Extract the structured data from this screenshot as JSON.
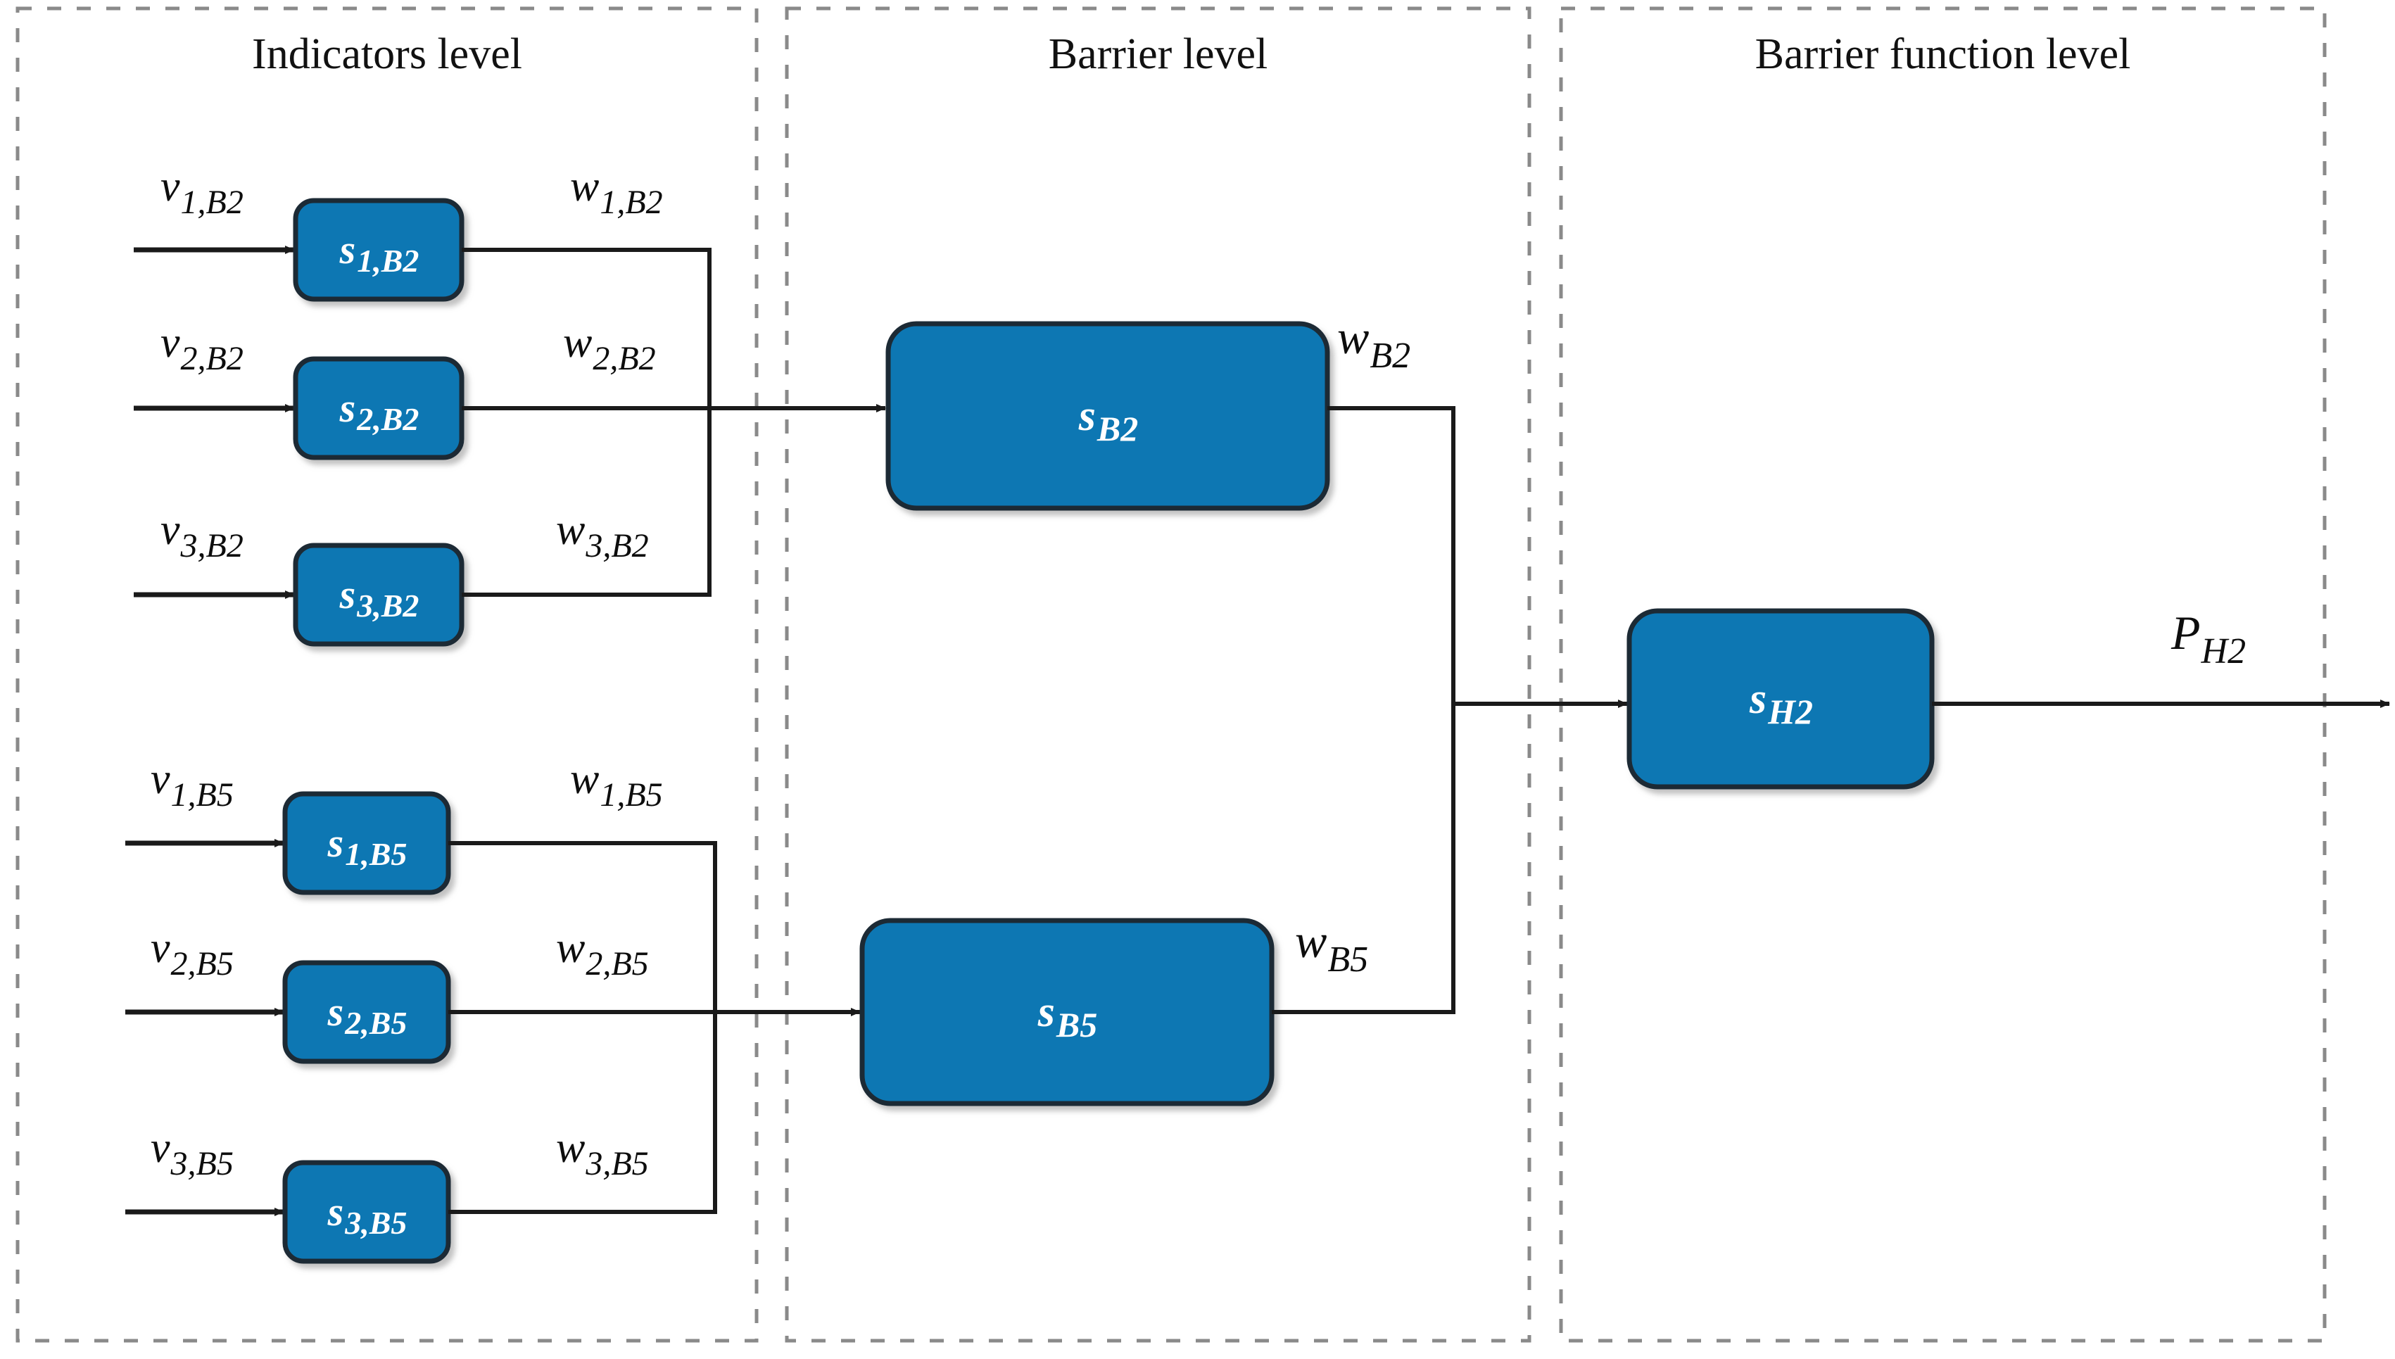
{
  "figure": {
    "type": "block-diagram",
    "background": "#ffffff",
    "node_fill": "#0f77b3",
    "node_stroke": "#1f2b36",
    "panel_border": "#8a8a8a",
    "line_color": "#1a1a1a"
  },
  "panels": [
    {
      "id": "indicators",
      "title": "Indicators level"
    },
    {
      "id": "barrier",
      "title": "Barrier level"
    },
    {
      "id": "barrier-function",
      "title": "Barrier function level"
    }
  ],
  "nodes": {
    "indicators_b2": [
      {
        "id": "s1b2",
        "base": "s",
        "sub": "1,B2"
      },
      {
        "id": "s2b2",
        "base": "s",
        "sub": "2,B2"
      },
      {
        "id": "s3b2",
        "base": "s",
        "sub": "3,B2"
      }
    ],
    "indicators_b5": [
      {
        "id": "s1b5",
        "base": "s",
        "sub": "1,B5"
      },
      {
        "id": "s2b5",
        "base": "s",
        "sub": "2,B5"
      },
      {
        "id": "s3b5",
        "base": "s",
        "sub": "3,B5"
      }
    ],
    "barriers": [
      {
        "id": "sb2",
        "base": "s",
        "sub": "B2"
      },
      {
        "id": "sb5",
        "base": "s",
        "sub": "B5"
      }
    ],
    "barrier_function": [
      {
        "id": "sh2",
        "base": "s",
        "sub": "H2"
      }
    ]
  },
  "inputs_b2": [
    {
      "id": "v1b2",
      "base": "v",
      "sub": "1,B2"
    },
    {
      "id": "v2b2",
      "base": "v",
      "sub": "2,B2"
    },
    {
      "id": "v3b2",
      "base": "v",
      "sub": "3,B2"
    }
  ],
  "inputs_b5": [
    {
      "id": "v1b5",
      "base": "v",
      "sub": "1,B5"
    },
    {
      "id": "v2b5",
      "base": "v",
      "sub": "2,B5"
    },
    {
      "id": "v3b5",
      "base": "v",
      "sub": "3,B5"
    }
  ],
  "weights_b2": [
    {
      "id": "w1b2",
      "base": "w",
      "sub": "1,B2"
    },
    {
      "id": "w2b2",
      "base": "w",
      "sub": "2,B2"
    },
    {
      "id": "w3b2",
      "base": "w",
      "sub": "3,B2"
    }
  ],
  "weights_b5": [
    {
      "id": "w1b5",
      "base": "w",
      "sub": "1,B5"
    },
    {
      "id": "w2b5",
      "base": "w",
      "sub": "2,B5"
    },
    {
      "id": "w3b5",
      "base": "w",
      "sub": "3,B5"
    }
  ],
  "barrier_weights": [
    {
      "id": "wB2",
      "base": "w",
      "sub": "B2"
    },
    {
      "id": "wB5",
      "base": "w",
      "sub": "B5"
    }
  ],
  "output": {
    "id": "pH2",
    "base": "P",
    "sub": "H2"
  }
}
